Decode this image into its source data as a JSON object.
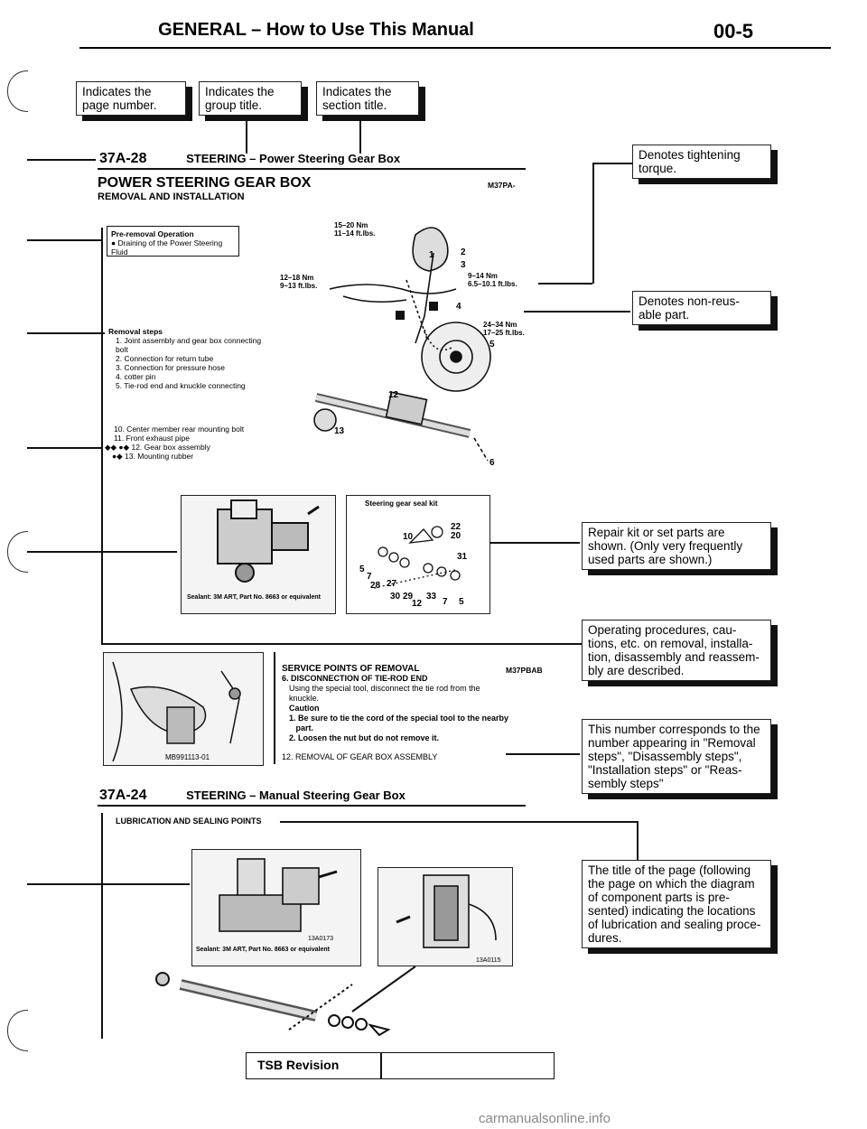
{
  "header": {
    "title": "GENERAL – How to Use This Manual",
    "code": "00-5"
  },
  "callouts": {
    "page_number": [
      "Indicates the",
      "page number."
    ],
    "group_title": [
      "Indicates the",
      "group title."
    ],
    "section_title": [
      "Indicates the",
      "section title."
    ],
    "tightening": [
      "Denotes tightening",
      "torque."
    ],
    "non_reusable": [
      "Denotes non-reus-",
      "able part."
    ],
    "repair_kit": [
      "Repair kit or set parts are",
      "shown. (Only very frequently",
      "used parts are shown.)"
    ],
    "operating": [
      "Operating procedures, cau-",
      "tions, etc. on removal, installa-",
      "tion, disassembly and reassem-",
      "bly are described."
    ],
    "number_corresponds": [
      "This number corresponds to the",
      "number appearing in \"Removal",
      "steps\", \"Disassembly steps\",",
      "\"Installation steps\" or \"Reas-",
      "sembly steps\""
    ],
    "lubrication_title": [
      "The title of the page (following",
      "the page on which the diagram",
      "of component parts is pre-",
      "sented) indicating the locations",
      "of lubrication and sealing proce-",
      "dures."
    ]
  },
  "example_page_1": {
    "page_code": "37A-28",
    "group_line": "STEERING – Power Steering Gear Box",
    "title": "POWER STEERING GEAR BOX",
    "subtitle": "REMOVAL AND INSTALLATION",
    "ref_code": "M37PA-",
    "pre_removal": {
      "heading": "Pre-removal Operation",
      "item": "● Draining of the Power Steering Fluid"
    },
    "removal_steps": {
      "heading": "Removal steps",
      "items": [
        "1. Joint assembly and gear box connecting",
        "   bolt",
        "2. Connection for return tube",
        "3. Connection for pressure hose",
        "4. cotter pin",
        "5. Tie-rod end and knuckle connecting"
      ],
      "items_b": [
        "10. Center member rear mounting bolt",
        "11. Front exhaust pipe",
        "◆◆ ●◆ 12. Gear box assembly",
        "●◆ 13. Mounting rubber"
      ]
    },
    "torques": [
      "15–20 Nm\n11–14 ft.lbs.",
      "12–18 Nm\n9–13 ft.lbs.",
      "9–14 Nm\n6.5–10.1 ft.lbs.",
      "24–34 Nm\n17–25 ft.lbs."
    ],
    "part_numbers": [
      "1",
      "2",
      "3",
      "4",
      "5",
      "12",
      "13",
      "6"
    ],
    "sealant_caption": "Sealant: 3M ART, Part No. 8663 or equivalent",
    "kit_title": "Steering gear seal kit",
    "kit_numbers": [
      "10",
      "22",
      "20",
      "31",
      "5",
      "7",
      "28",
      "27",
      "30",
      "29",
      "12",
      "33",
      "7",
      "5"
    ],
    "service": {
      "heading": "SERVICE POINTS OF REMOVAL",
      "ref": "M37PBAB",
      "step_title": "6. DISCONNECTION OF TIE-ROD END",
      "text": [
        "Using the special tool, disconnect the tie rod from the",
        "knuckle."
      ],
      "caution_label": "Caution",
      "caution": [
        "1. Be sure to tie the cord of the special tool to the nearby",
        "   part.",
        "2. Loosen the nut but do not remove it."
      ],
      "step_12": "12. REMOVAL OF GEAR BOX ASSEMBLY"
    },
    "fig_code": "MB991113-01"
  },
  "example_page_2": {
    "page_code": "37A-24",
    "group_line": "STEERING – Manual Steering Gear Box",
    "heading": "LUBRICATION AND SEALING POINTS",
    "sealant_caption": "Sealant: 3M ART, Part No. 8663 or equivalent",
    "fig_codes": [
      "13A0173",
      "13A0115"
    ]
  },
  "footer": {
    "tsb": "TSB Revision",
    "watermark": "carmanualsonline.info"
  }
}
